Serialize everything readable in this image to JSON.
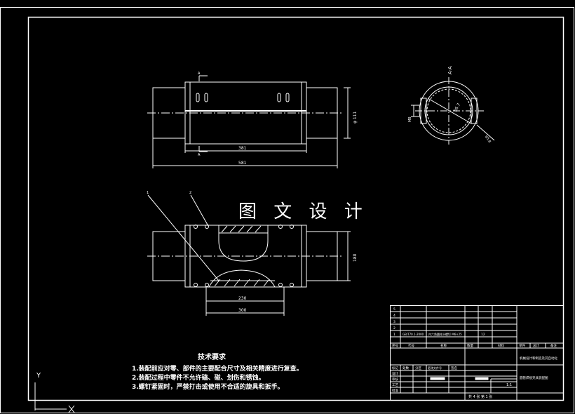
{
  "watermark": "图 文 设 计",
  "technical_requirements": {
    "title": "技术要求",
    "items": [
      "1.装配前应对零、部件的主要配合尺寸及相关精度进行复查。",
      "2.装配过程中零件不允许磕、碰、划伤和锈蚀。",
      "3.螺钉紧固时，严禁打击或使用不合适的旋具和扳手。"
    ]
  },
  "dimensions": {
    "top_inner_length": "381",
    "top_overall_length": "581",
    "top_diameter": "φ 111",
    "bottom_length_1": "230",
    "bottom_length_2": "300",
    "bottom_height": "180",
    "circle_radius": "56.7",
    "circle_small": "M8",
    "circle_label": "φ5.8"
  },
  "section_labels": {
    "section_a": "A",
    "view_label": "A-A",
    "part_1": "1",
    "part_2": "2"
  },
  "title_block": {
    "parts_rows": [
      {
        "no": "5",
        "code": "",
        "name": "",
        "qty": "",
        "material": ""
      },
      {
        "no": "4",
        "code": "",
        "name": "",
        "qty": "",
        "material": ""
      },
      {
        "no": "3",
        "code": "",
        "name": "",
        "qty": "",
        "material": ""
      },
      {
        "no": "2",
        "code": "",
        "name": "",
        "qty": "",
        "material": ""
      },
      {
        "no": "1",
        "code": "GB/T70.1-2000",
        "name": "内六角圆柱头螺钉 M6×25",
        "qty": "12",
        "material": ""
      }
    ],
    "header": [
      "序号",
      "代号",
      "名称",
      "数量",
      "材料",
      "单件",
      "总计",
      "备注"
    ],
    "project_title": "机械设计和制造及其自动化",
    "drawing_title": "圆管焊接夹具装配图",
    "sheet_info": "共 4 张  第 1 张",
    "scale": "1:1",
    "sign_rows": [
      "标记",
      "处数",
      "分区",
      "更改文件号",
      "签名",
      "年月日"
    ],
    "design_rows": [
      "设计",
      "审核",
      "工艺",
      "批准"
    ]
  },
  "ucs": {
    "y_label": "Y",
    "x_label": "X"
  }
}
